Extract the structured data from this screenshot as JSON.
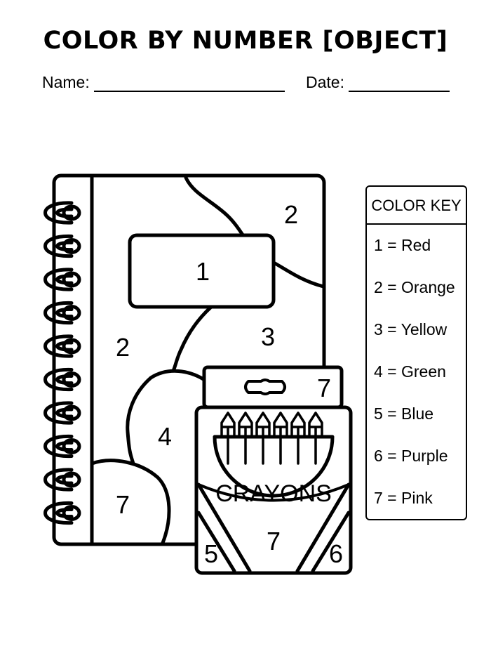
{
  "title": "COLOR BY NUMBER [OBJECT]",
  "fields": {
    "name_label": "Name:",
    "date_label": "Date:"
  },
  "picture": {
    "notebook_numbers": [
      "2",
      "1",
      "3",
      "2",
      "4",
      "7"
    ],
    "crayon_box_label": "CRAYONS",
    "crayon_box_numbers": [
      "7",
      "5",
      "7",
      "6"
    ]
  },
  "color_key": {
    "header": "COLOR KEY",
    "items": [
      "1 = Red",
      "2 = Orange",
      "3 = Yellow",
      "4 = Green",
      "5 = Blue",
      "6 = Purple",
      "7 = Pink"
    ]
  },
  "colors": {
    "ink": "#000000",
    "paper": "#ffffff"
  }
}
